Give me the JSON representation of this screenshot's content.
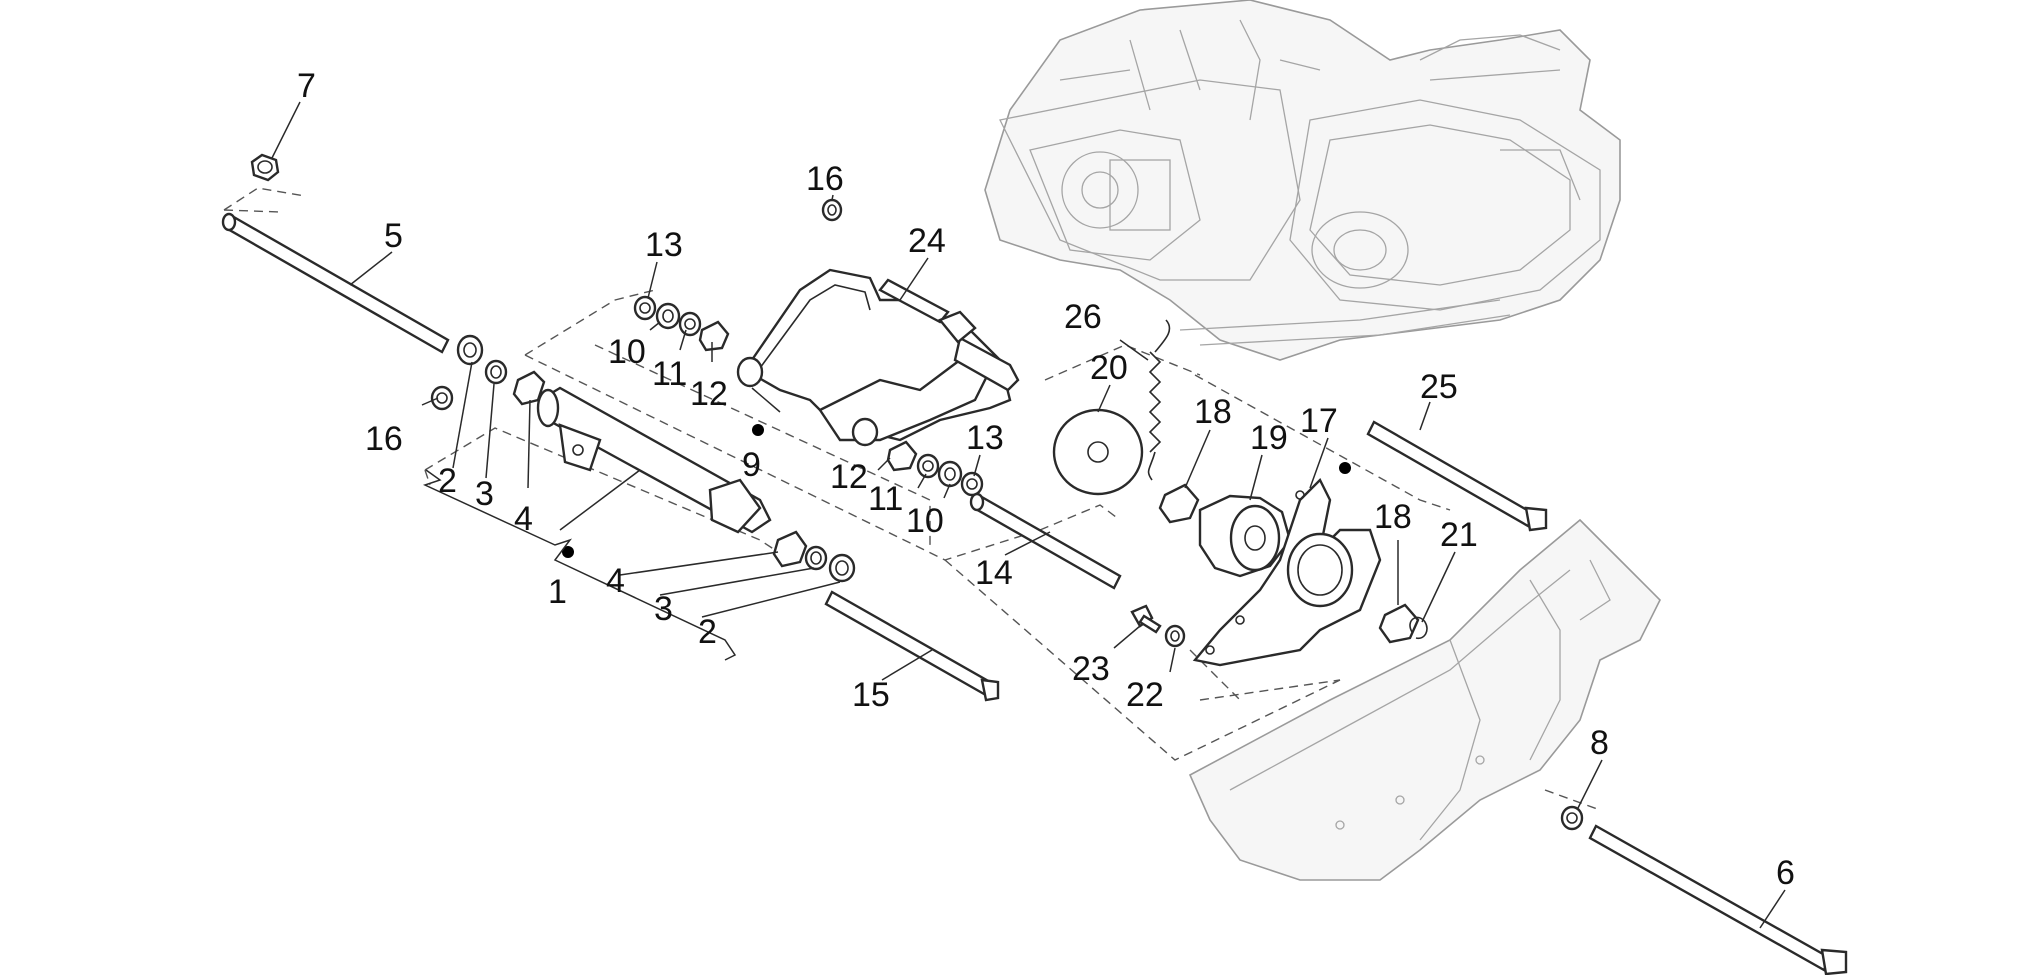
{
  "diagram": {
    "part_labels": [
      "1",
      "2",
      "2",
      "3",
      "3",
      "4",
      "4",
      "5",
      "6",
      "7",
      "8",
      "9",
      "10",
      "10",
      "11",
      "11",
      "12",
      "12",
      "13",
      "13",
      "14",
      "15",
      "16",
      "16",
      "17",
      "18",
      "18",
      "19",
      "20",
      "21",
      "22",
      "23",
      "24",
      "25",
      "26"
    ],
    "reference_dots": 3
  }
}
